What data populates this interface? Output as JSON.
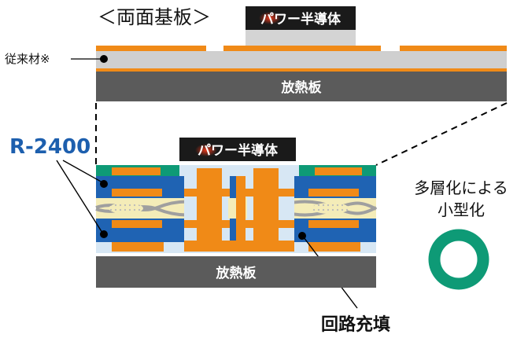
{
  "top": {
    "title": "＜両面基板＞",
    "chip_label": "パワー半導体",
    "conventional_label": "従来材※",
    "heatsink_label": "放熱板"
  },
  "bottom": {
    "material_label": "R-2400",
    "chip_label": "パワー半導体",
    "heatsink_label": "放熱板",
    "via_fill_label": "回路充填"
  },
  "side": {
    "multilayer_line1": "多層化による",
    "multilayer_line2": "小型化"
  },
  "colors": {
    "copper": "#f08a17",
    "blue_layer": "#1f63b3",
    "heatsink": "#5b5b5b",
    "substrate_gray": "#cfcfcf",
    "light_blue": "#d7e7f4",
    "green": "#0e9a76",
    "accent_blue": "#1d5fae",
    "chip_black": "#1a1a1a",
    "glass_cloth": "#f4ecb8"
  }
}
